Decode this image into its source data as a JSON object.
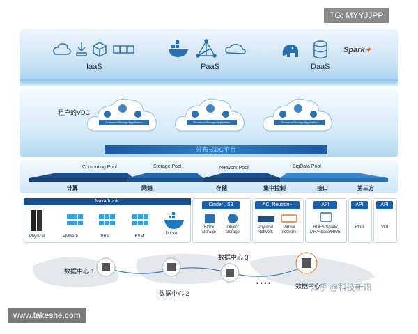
{
  "watermark_tag": "TG: MYYJJPP",
  "url_label": "www.takeshe.com",
  "service_layer": {
    "groups": [
      {
        "label": "IaaS",
        "icons": [
          "cloud-icon",
          "download-icon",
          "cube-icon",
          "server-rack-icon"
        ]
      },
      {
        "label": "PaaS",
        "icons": [
          "docker-whale-icon",
          "network-triangle-icon",
          "cloud-wave-icon"
        ]
      },
      {
        "label": "DaaS",
        "icons": [
          "elephant-icon",
          "database-icon"
        ],
        "extra": "Spark"
      }
    ]
  },
  "vdc_layer": {
    "tenant_label": "租户的VDC",
    "cloud_caption": "Resource/Storage/Application",
    "platform_label": "分布式DC平台"
  },
  "pool_layer": {
    "pools": [
      "Computing Pool",
      "Storage Pool",
      "Network Pool",
      "BigData Pool"
    ],
    "categories": [
      "计算",
      "网络",
      "存储",
      "集中控制",
      "接口",
      "第三方"
    ]
  },
  "bottom": {
    "nova": {
      "title": "Nova/Ironic",
      "items": [
        "Physical",
        "VMware",
        "VRM",
        "KVM",
        "Docker"
      ]
    },
    "storage": {
      "title": "Cinder , S3",
      "items": [
        "Block storage",
        "Object storage"
      ]
    },
    "network": {
      "title": "AC, Neutron+",
      "items": [
        "Physical Network",
        "Virtual network"
      ]
    },
    "bigdata": {
      "title": "API",
      "items": [
        "HDFS/Spark/ MR/Hbase/HIVE"
      ]
    },
    "rds": {
      "title": "API",
      "items": [
        "RDS"
      ]
    },
    "vdi": {
      "title": "API",
      "items": [
        "VDI"
      ]
    }
  },
  "datacenters": [
    "数据中心 1",
    "数据中心 2",
    "数据中心 3",
    "数据中心 n"
  ],
  "dots": "• • • •",
  "zhihu_watermark": "知乎 @科技新讯"
}
